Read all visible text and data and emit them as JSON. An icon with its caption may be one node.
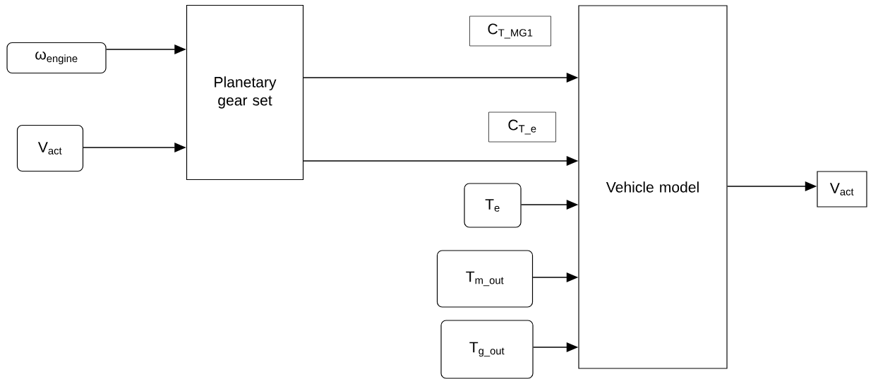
{
  "diagram": {
    "nodes": [
      {
        "text": [
          "ω$_{engine}$"
        ]
      },
      {
        "text": [
          "V$_{act}$"
        ]
      },
      {
        "text": [
          "Planetary gear set"
        ]
      },
      {
        "text": [
          "Vehicle model"
        ]
      },
      {
        "text": [
          "T$_{e}$"
        ]
      },
      {
        "text": [
          "T$_{m_out}$"
        ]
      },
      {
        "text": [
          "T$_{g_out}$"
        ]
      },
      {
        "text": [
          "V$_{act}$"
        ]
      }
    ],
    "edges": [
      {
        "from": 0,
        "to": 2,
        "arrow": "to"
      },
      {
        "from": 1,
        "to": 2,
        "arrow": "to"
      },
      {
        "from": 2,
        "to": 3,
        "arrow": "to",
        "label": "C$_{T_MG1}$"
      },
      {
        "from": 2,
        "to": 3,
        "arrow": "to",
        "label": "C$_{T_e}$"
      },
      {
        "from": 4,
        "to": 3,
        "arrow": "to"
      },
      {
        "from": 5,
        "to": 3,
        "arrow": "to"
      },
      {
        "from": 6,
        "to": 3,
        "arrow": "to"
      },
      {
        "from": 3,
        "to": 7,
        "arrow": "to"
      }
    ]
  }
}
